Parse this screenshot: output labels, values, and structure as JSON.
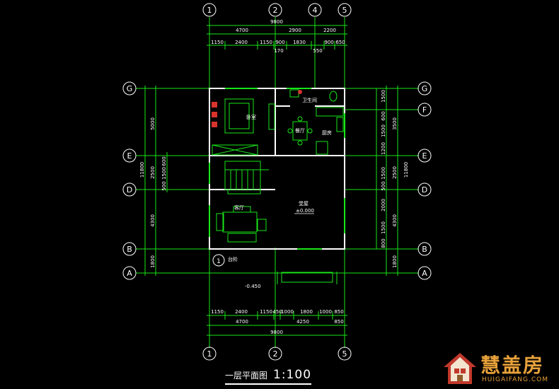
{
  "drawing_title": "一层平面图",
  "scale": "1:100",
  "brand": {
    "name": "慧盖房",
    "url": "HUIGAIFANG.COM"
  },
  "col_axes": [
    "1",
    "2",
    "4",
    "5"
  ],
  "row_axes": [
    "G",
    "F",
    "E",
    "D",
    "B",
    "A"
  ],
  "top_dims": {
    "overall": "9800",
    "mid": [
      "4700",
      "2900",
      "2200"
    ],
    "detail": [
      "1150",
      "2400",
      "1150",
      "900",
      "1830",
      "900",
      "650"
    ],
    "sub": [
      "170",
      "550"
    ]
  },
  "bottom_dims": {
    "detail": [
      "1150",
      "2400",
      "1150",
      "450",
      "1000",
      "1800",
      "1000",
      "850"
    ],
    "mid": [
      "4700",
      "4250",
      "850"
    ],
    "overall": "9800"
  },
  "left_dims": {
    "overall": "11800",
    "mid": [
      "5000",
      "2500",
      "4300",
      "1800"
    ],
    "detail": [
      "600",
      "1500",
      "500"
    ]
  },
  "right_dims": {
    "overall": "11800",
    "mid": [
      "3500",
      "2500",
      "4300",
      "1800"
    ],
    "detail": [
      "1500",
      "600",
      "1500",
      "1200",
      "1500",
      "500",
      "2000",
      "1500",
      "800"
    ]
  },
  "rooms": {
    "bedroom": "卧室",
    "toilet": "卫生间",
    "dining": "餐厅",
    "kitchen": "厨房",
    "living": "客厅",
    "hall": "堂屋",
    "hall_level": "±0.000",
    "entrance_level": "-0.450",
    "porch": "台阶",
    "callout": "1"
  }
}
